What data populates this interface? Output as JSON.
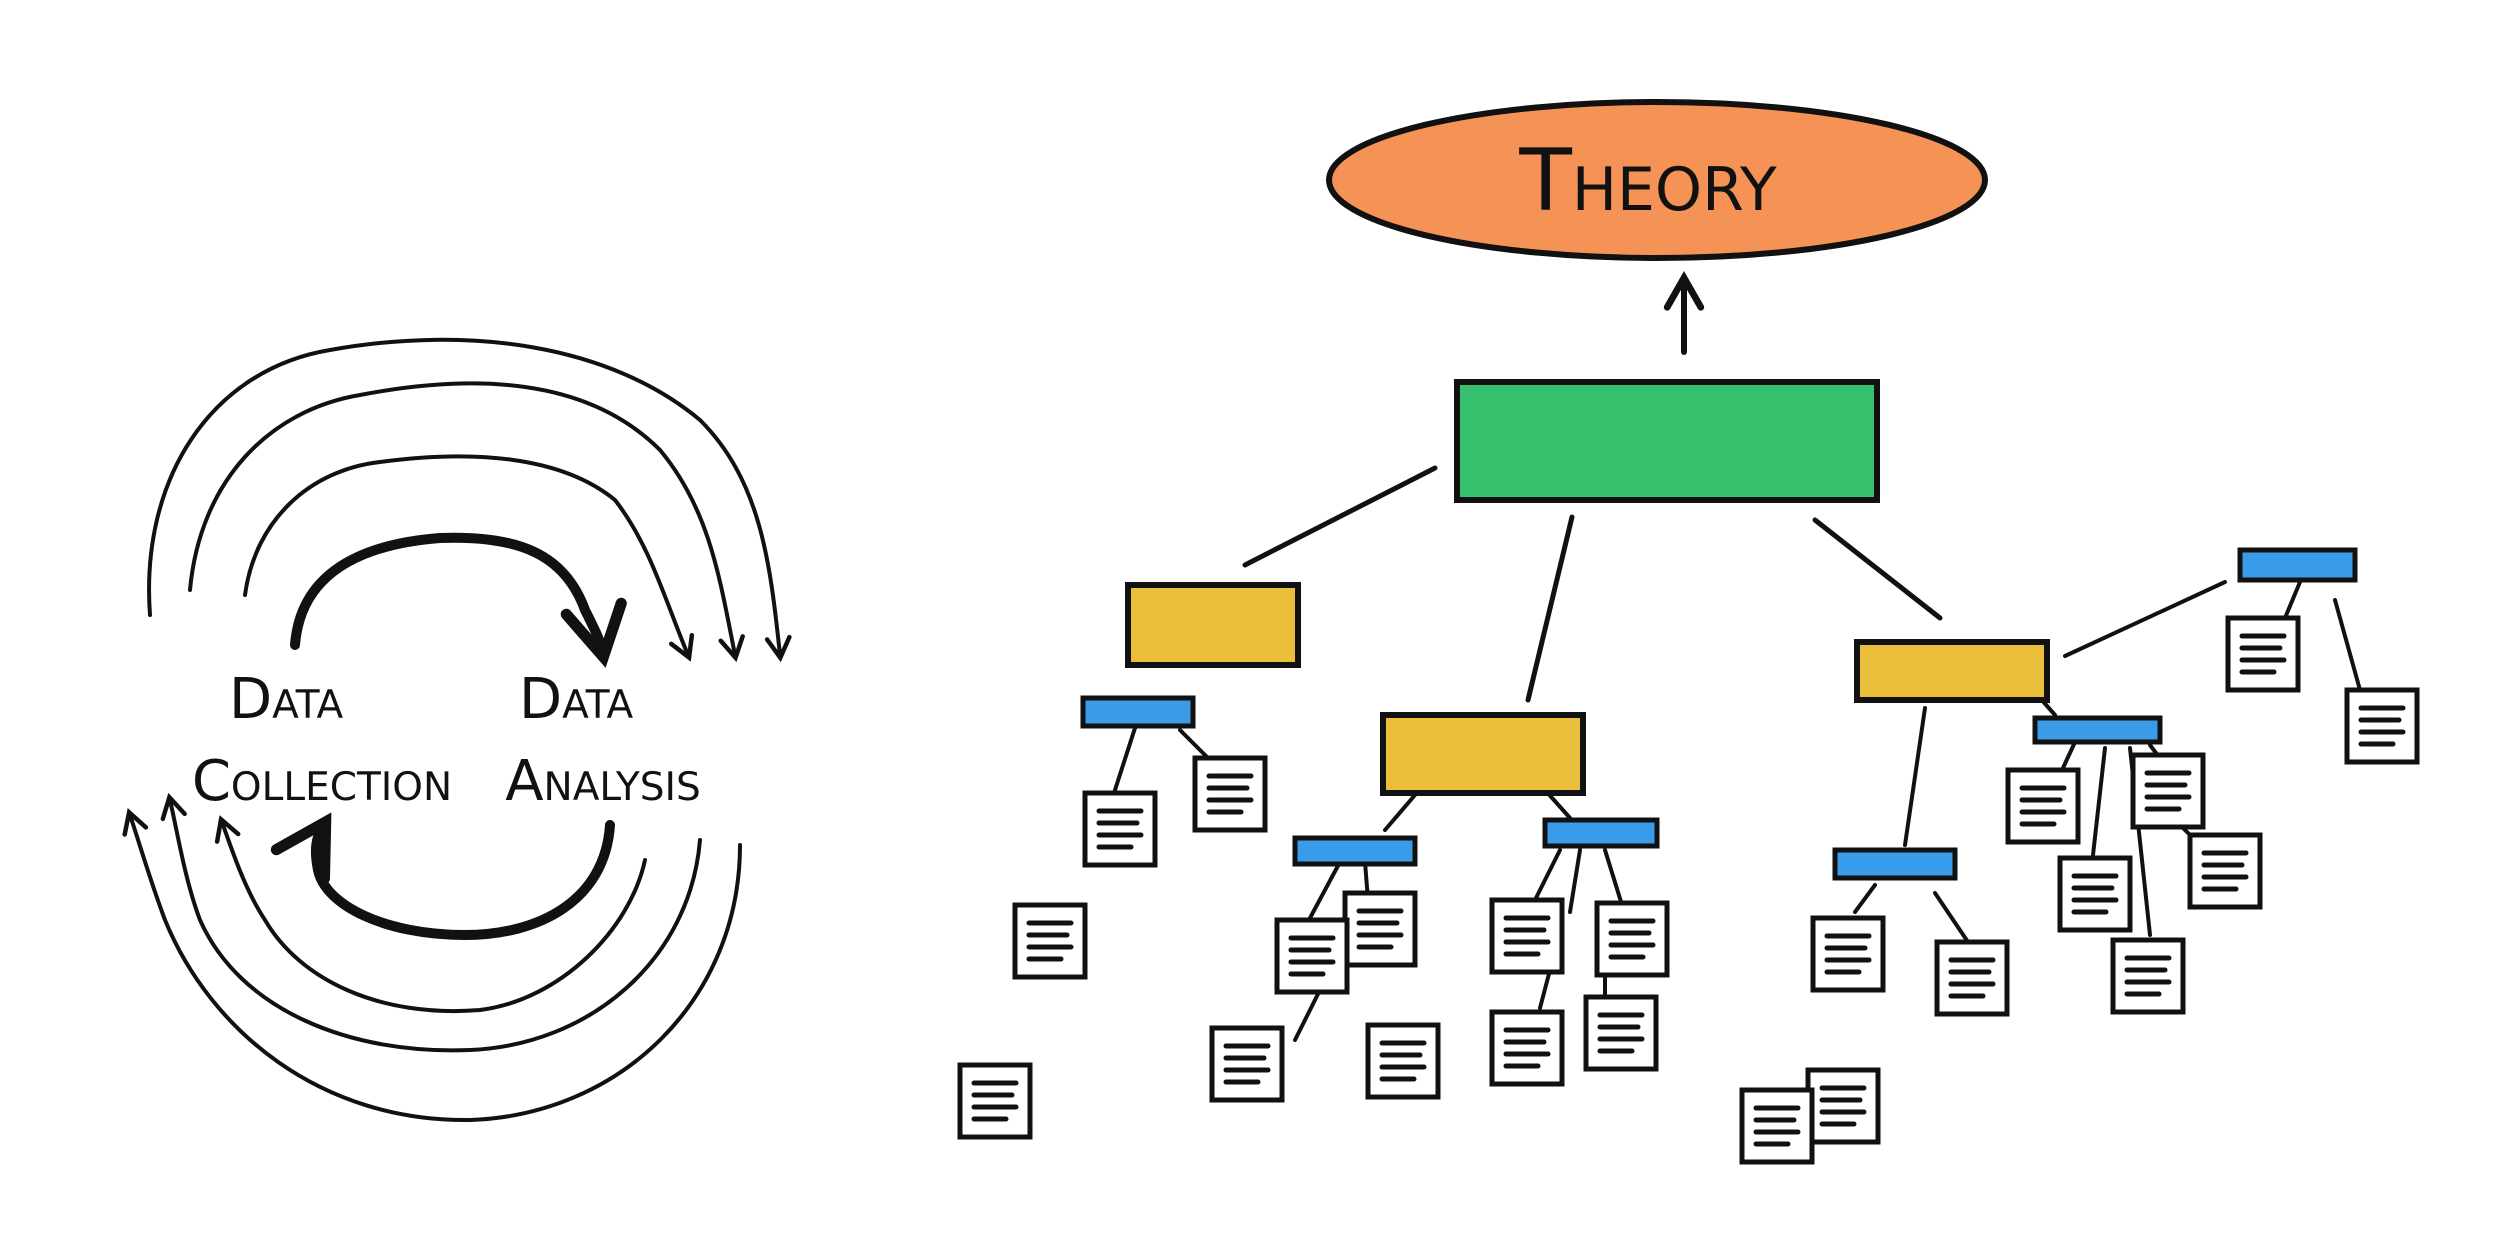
{
  "cycle": {
    "collection_line1": "Data",
    "collection_line2": "Collection",
    "analysis_line1": "Data",
    "analysis_line2": "Analysis"
  },
  "hierarchy": {
    "theory_label": "Theory"
  },
  "colors": {
    "theory": "#F59256",
    "core_category": "#37C06E",
    "category": "#EBBE3A",
    "subcategory": "#3A9BE8",
    "ink": "#111111",
    "paper": "#FFFFFF"
  }
}
